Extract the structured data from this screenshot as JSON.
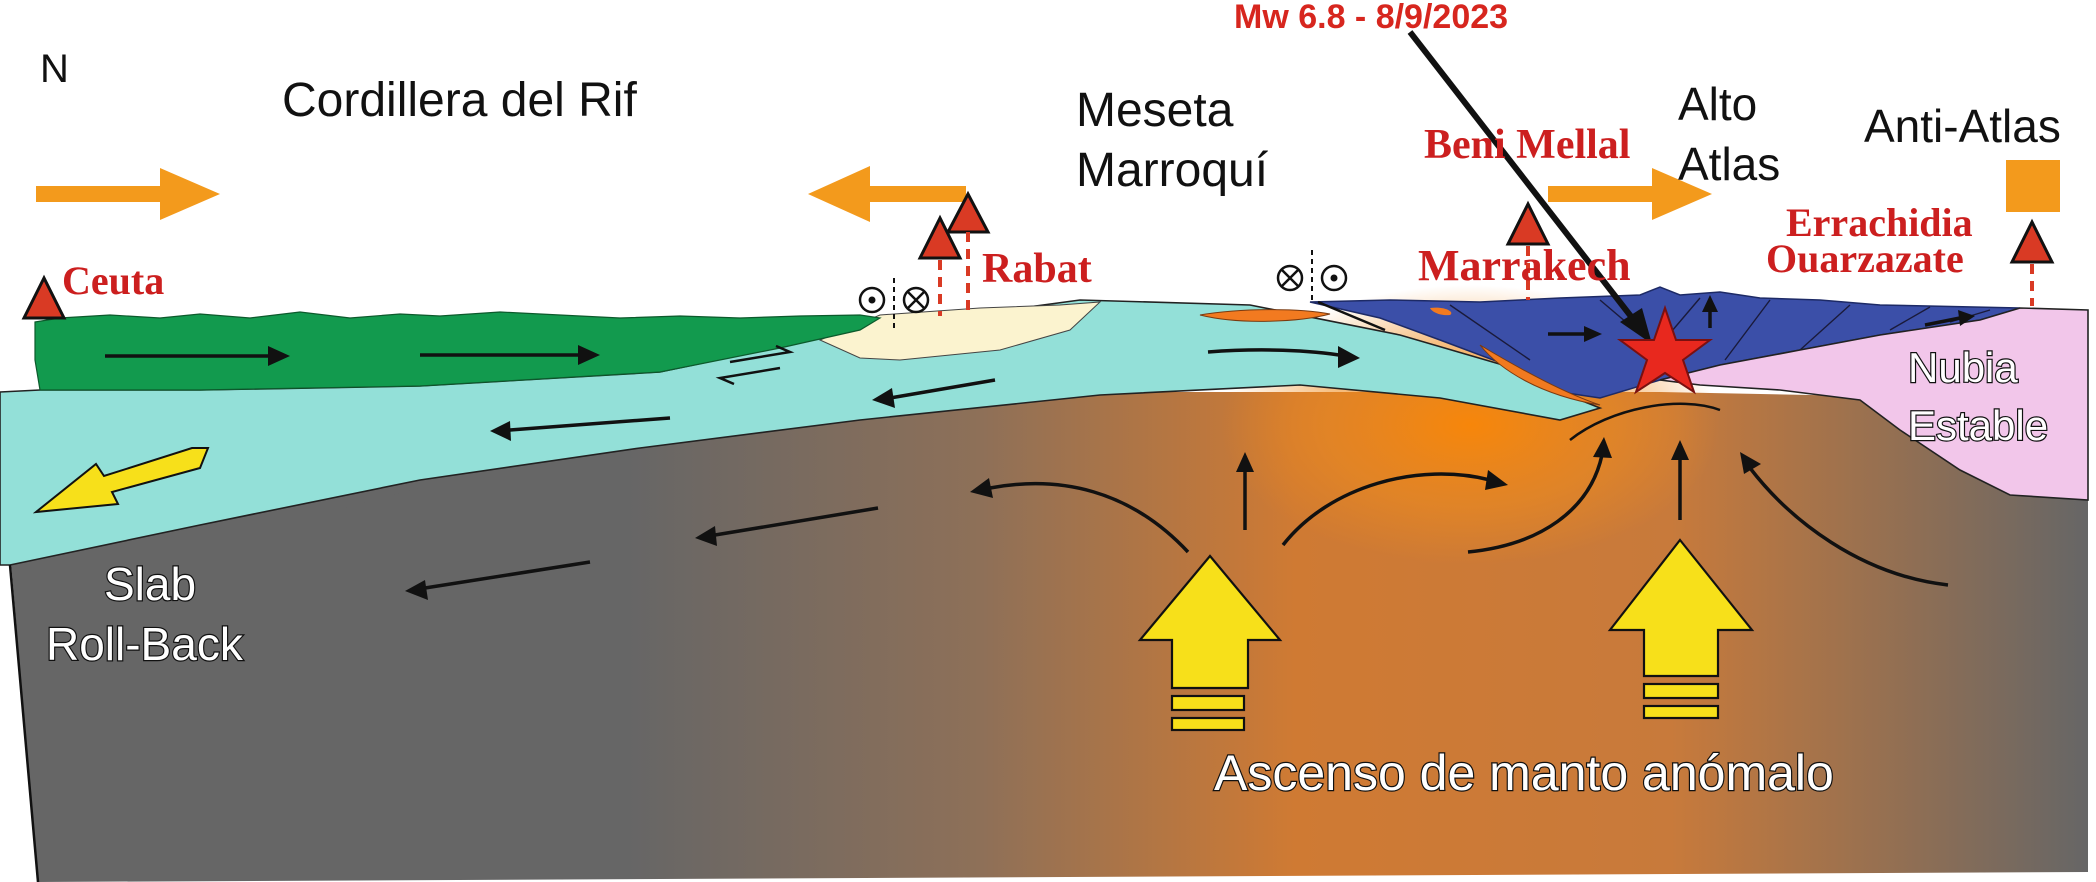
{
  "labels": {
    "north": "N",
    "rif": "Cordillera del Rif",
    "meseta_1": "Meseta",
    "meseta_2": "Marroquí",
    "alto_1": "Alto",
    "alto_2": "Atlas",
    "anti_atlas": "Anti-Atlas",
    "earthquake": "Mw 6.8 - 8/9/2023",
    "nubia_1": "Nubia",
    "nubia_2": "Estable",
    "slab_1": "Slab",
    "slab_2": "Roll-Back",
    "mantle": "Ascenso de manto anómalo"
  },
  "cities": {
    "ceuta": "Ceuta",
    "rabat": "Rabat",
    "beni_mellal": "Beni Mellal",
    "marrakech": "Marrakech",
    "errachidia": "Errachidia",
    "ouarzazate": "Ouarzazate"
  },
  "colors": {
    "slab": "#666666",
    "mantle": "#cf7a33",
    "mantle_hot": "#f08a12",
    "oceanic_layer": "#93e0d8",
    "rif_green": "#129a4e",
    "atlas_blue": "#3b4fa8",
    "nubia_pink": "#f2c6ea",
    "meseta_cream": "#fbf3cf",
    "arrow_orange": "#f39a1c",
    "upwelling_yellow": "#f7e01a",
    "city_red": "#cc1f1f",
    "quake_star": "#e8281e"
  }
}
